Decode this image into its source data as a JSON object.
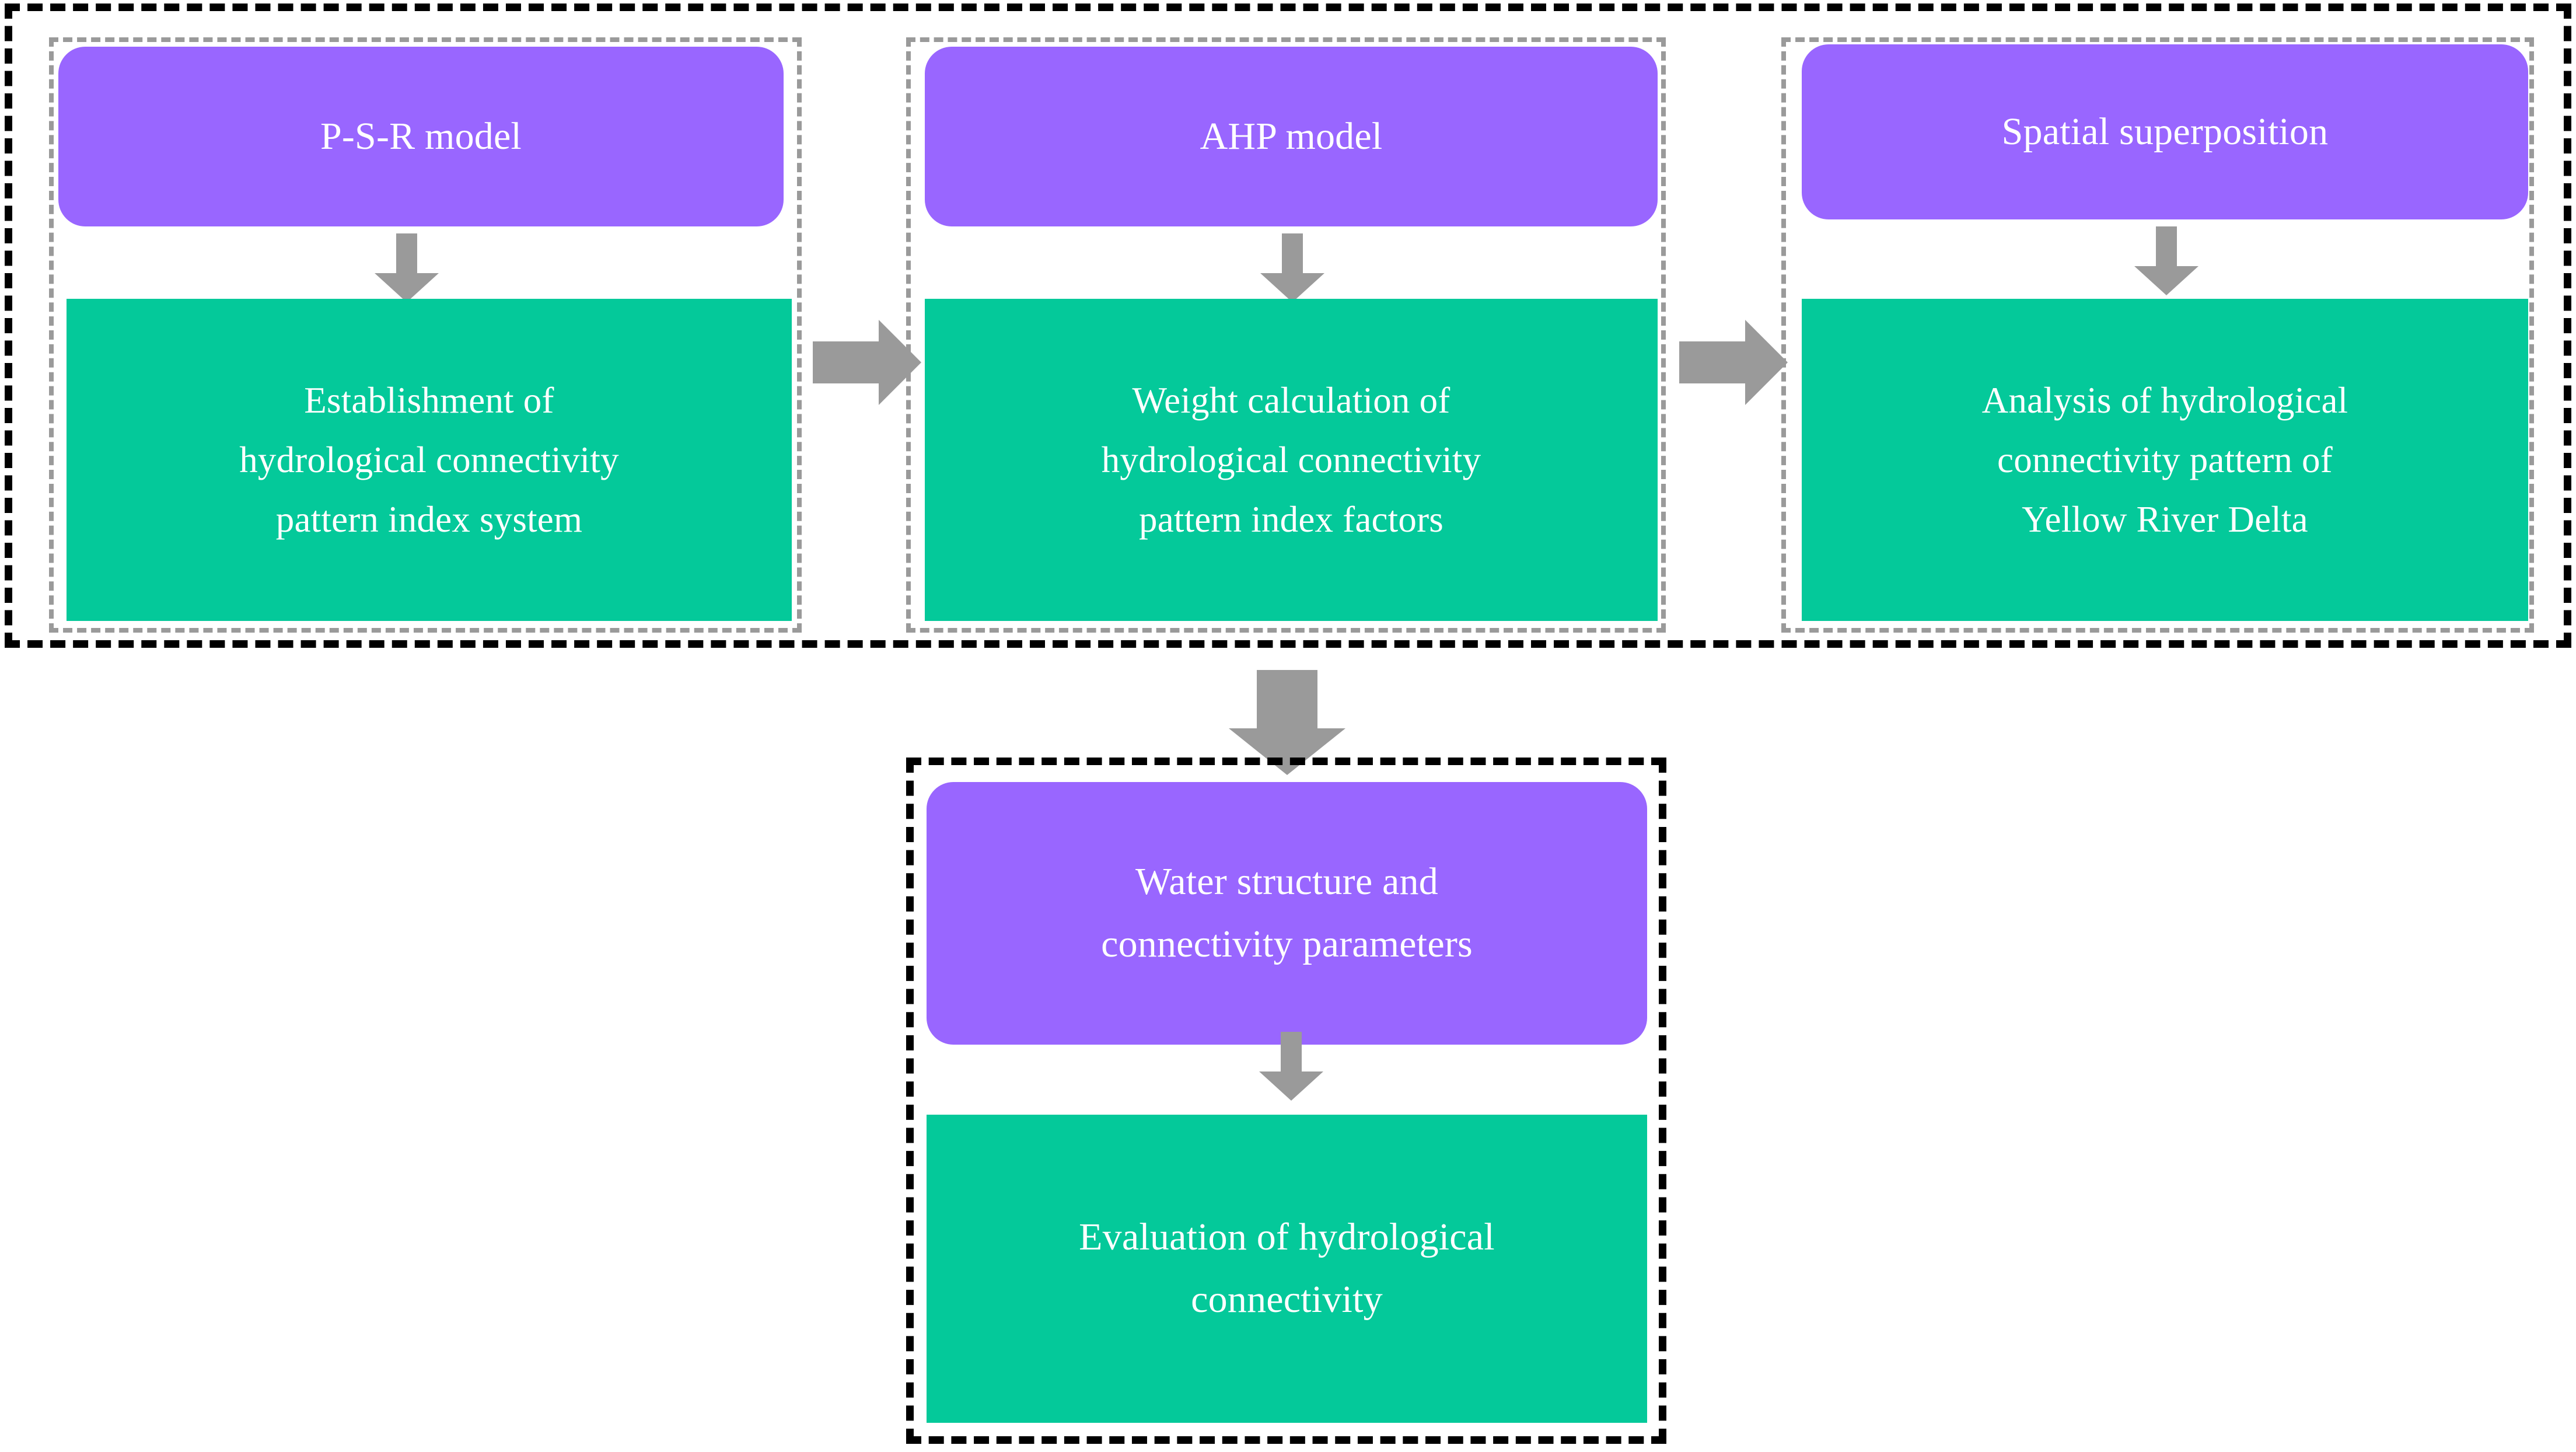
{
  "diagram": {
    "type": "flowchart",
    "orientation": "3-column pipeline with single downstream stage",
    "colors": {
      "node_purple": "#9966FF",
      "node_green": "#04C99A",
      "arrow_gray": "#9A9A9A",
      "outer_border": "#000000",
      "group_border": "#9A9A9A",
      "text": "#FFFFFF",
      "background": "#FFFFFF"
    }
  },
  "top_stage": {
    "groups": [
      {
        "id": "group-1",
        "method": {
          "label": "P-S-R model"
        },
        "output": {
          "label": "Establishment of\nhydrological connectivity\npattern index system"
        }
      },
      {
        "id": "group-2",
        "method": {
          "label": "AHP model"
        },
        "output": {
          "label": "Weight calculation of\nhydrological connectivity\npattern index factors"
        }
      },
      {
        "id": "group-3",
        "method": {
          "label": "Spatial superposition"
        },
        "output": {
          "label": "Analysis of hydrological\nconnectivity pattern of\nYellow River Delta"
        }
      }
    ],
    "connectors": [
      {
        "id": "arrow-g1-down",
        "direction": "down",
        "icon": "arrow-down-icon"
      },
      {
        "id": "arrow-g2-down",
        "direction": "down",
        "icon": "arrow-down-icon"
      },
      {
        "id": "arrow-g3-down",
        "direction": "down",
        "icon": "arrow-down-icon"
      },
      {
        "id": "arrow-g1-to-g2",
        "direction": "right",
        "icon": "arrow-right-icon"
      },
      {
        "id": "arrow-g2-to-g3",
        "direction": "right",
        "icon": "arrow-right-icon"
      }
    ]
  },
  "stage_connector": {
    "id": "arrow-top-to-bottom",
    "direction": "down",
    "icon": "arrow-down-icon"
  },
  "bottom_stage": {
    "id": "group-4",
    "method": {
      "label": "Water structure and\nconnectivity parameters"
    },
    "output": {
      "label": "Evaluation of hydrological\nconnectivity"
    },
    "connector": {
      "id": "arrow-g4-down",
      "direction": "down",
      "icon": "arrow-down-icon"
    }
  }
}
